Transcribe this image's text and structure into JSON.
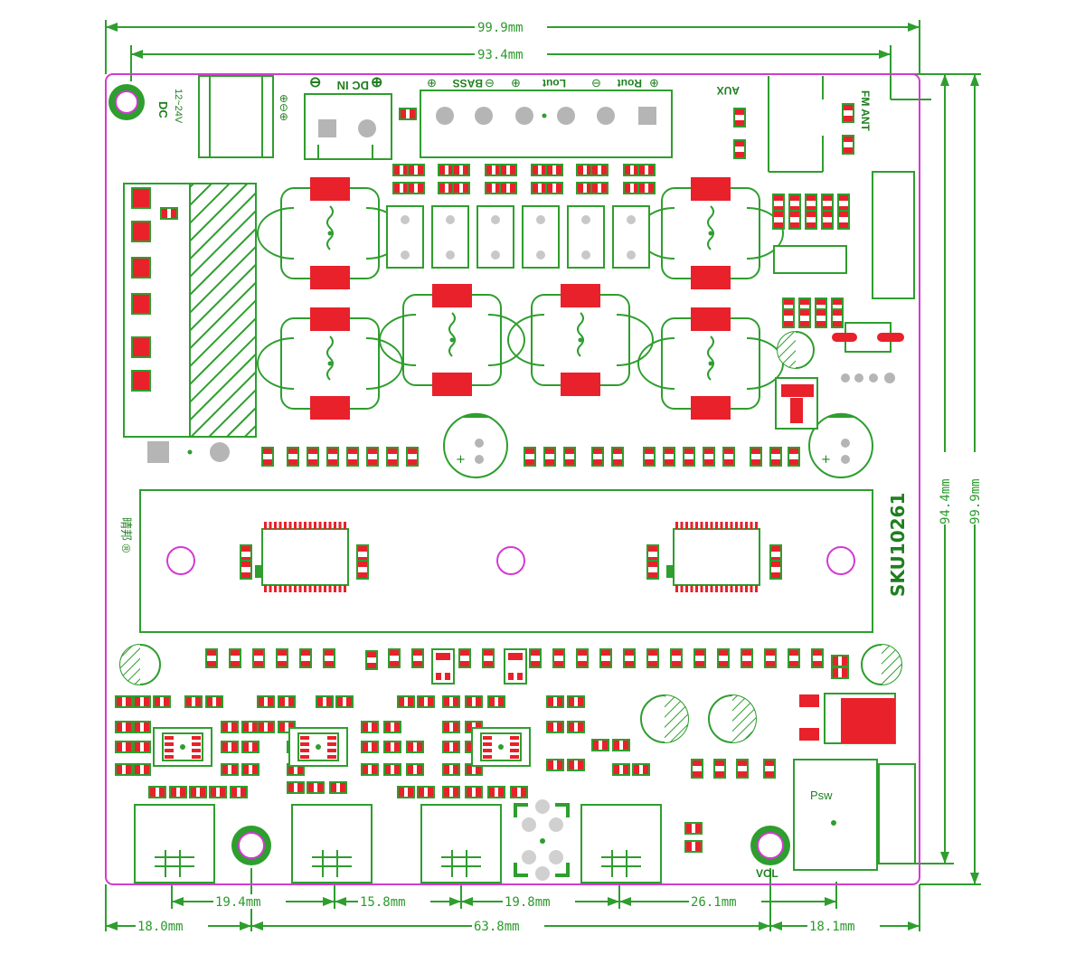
{
  "colors": {
    "trace": "#2e9e2e",
    "pad": "#e8212b",
    "board_outline": "#d23bd2",
    "dimension": "#2e9e2e",
    "silk_text": "#1f7f1f"
  },
  "dimensions": {
    "top_width": "99.9mm",
    "top_hole_span": "93.4mm",
    "right_inner_height": "94.4mm",
    "right_outer_height": "99.9mm",
    "bottom_pot_1": "19.4mm",
    "bottom_pot_2": "15.8mm",
    "bottom_pot_3": "19.8mm",
    "bottom_pot_4": "26.1mm",
    "bottom_left": "18.0mm",
    "bottom_mid": "63.8mm",
    "bottom_right": "18.1mm"
  },
  "labels": {
    "dc": "DC",
    "dc_voltage": "12~24V",
    "dc_in": "DC IN",
    "bass": "BASS",
    "lout": "Lout",
    "rout": "Rout",
    "aux": "AUX",
    "fm_ant": "FM ANT",
    "sku": "SKU10261",
    "brand": "晴邦 ®",
    "psw": "Psw",
    "vol": "VOL"
  }
}
